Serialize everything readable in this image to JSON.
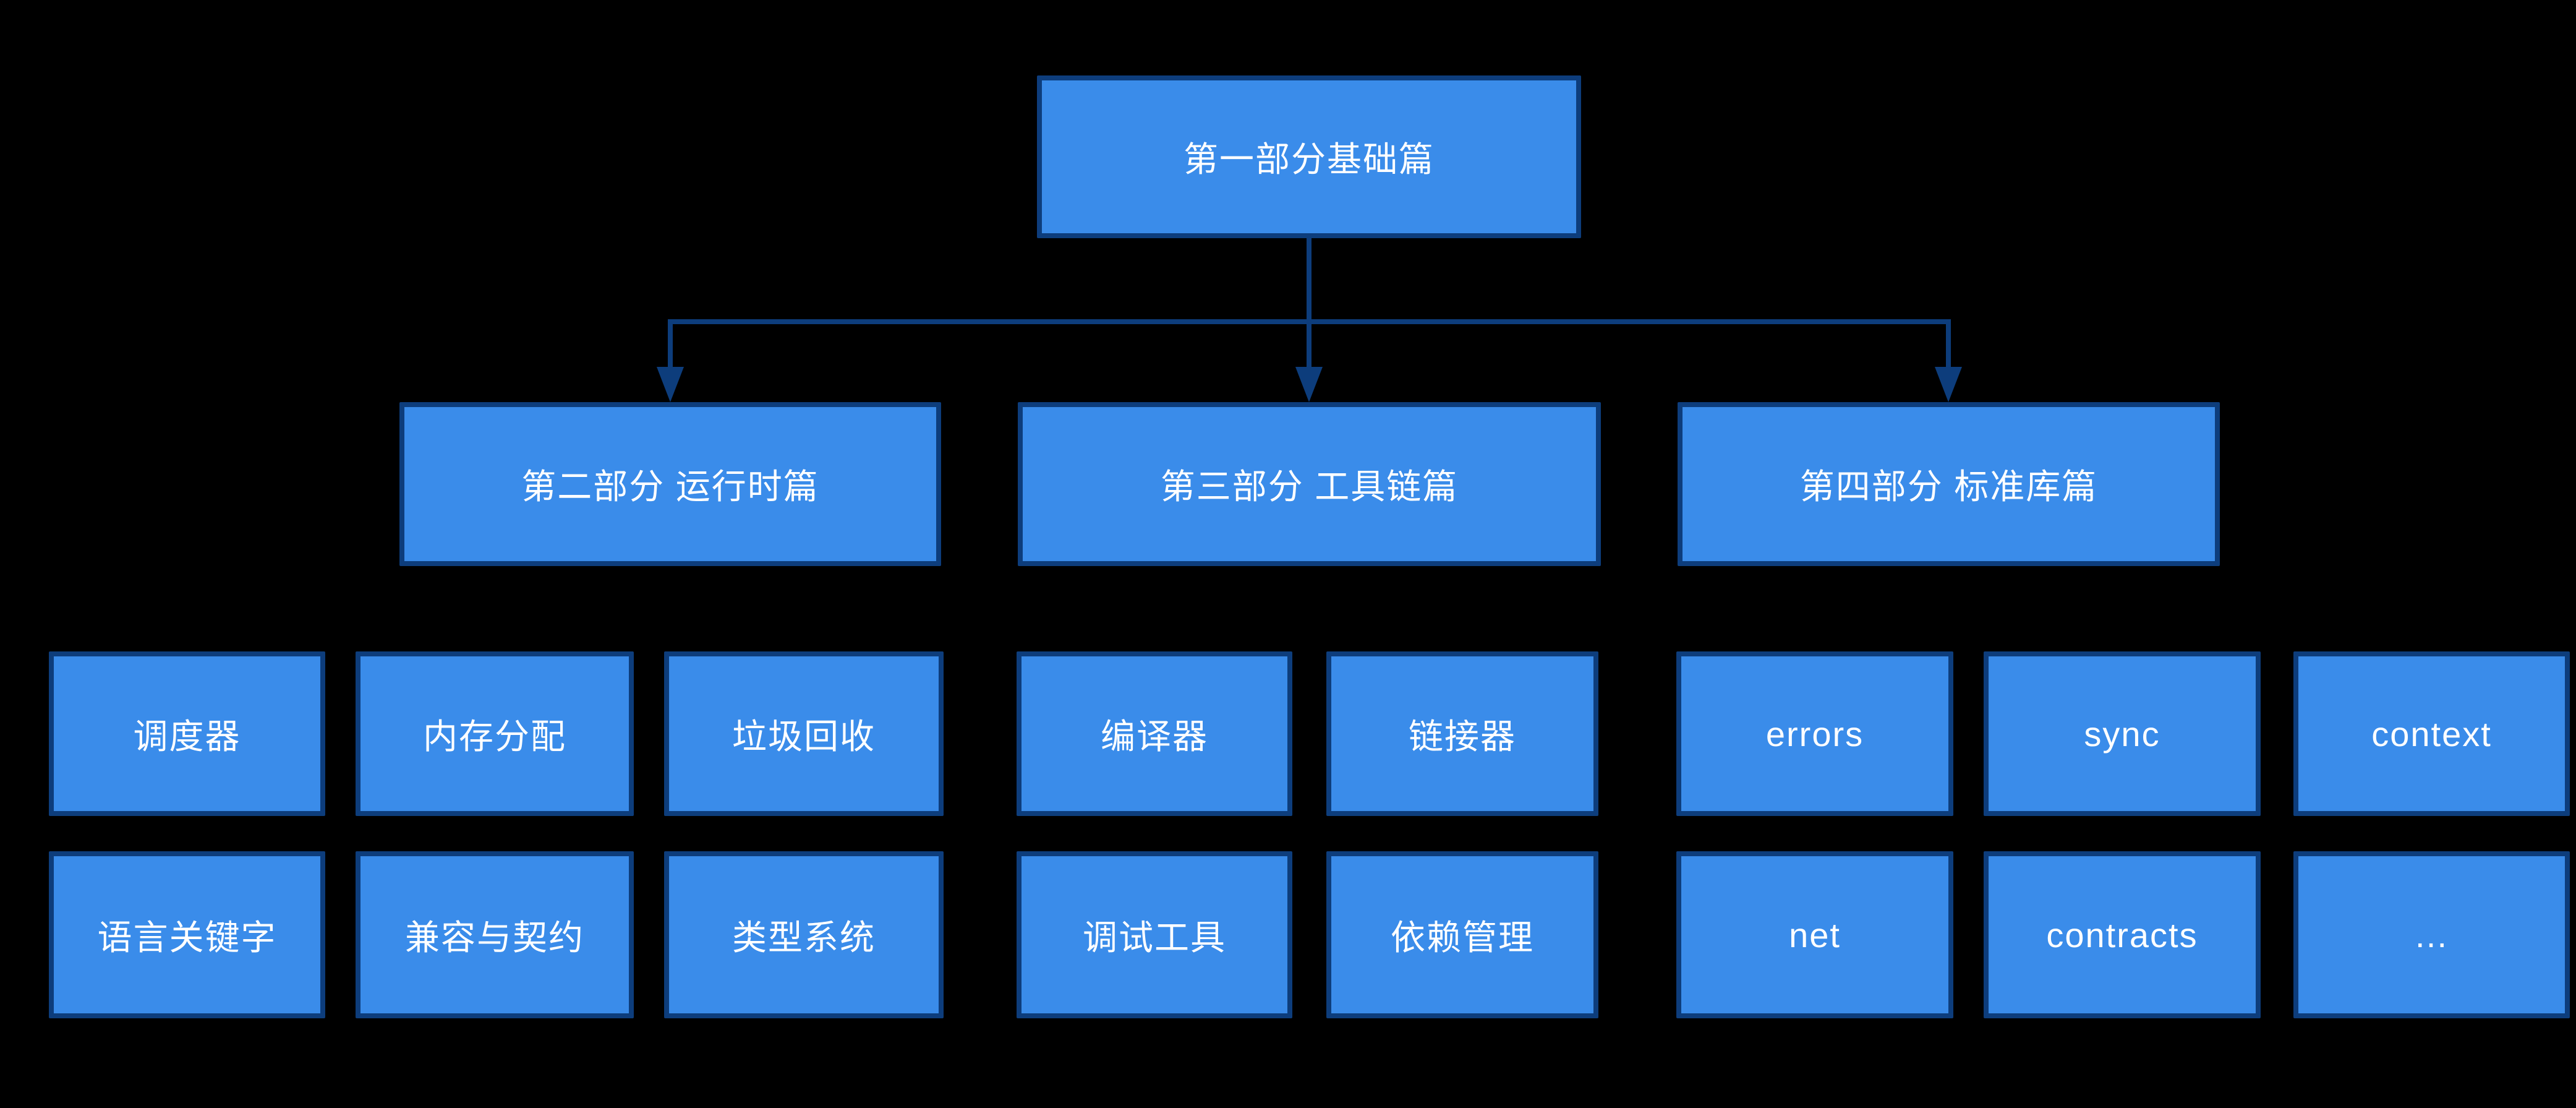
{
  "colors": {
    "background": "#000000",
    "box_fill": "#3A8CEA",
    "box_border": "#0D3D7C",
    "connector": "#0D3D7C",
    "text": "#FFFFFF"
  },
  "root": {
    "label": "第一部分基础篇"
  },
  "parts": {
    "part2": {
      "label": "第二部分 运行时篇"
    },
    "part3": {
      "label": "第三部分 工具链篇"
    },
    "part4": {
      "label": "第四部分 标准库篇"
    }
  },
  "leaves": {
    "scheduler": "调度器",
    "memory_alloc": "内存分配",
    "gc": "垃圾回收",
    "keywords": "语言关键字",
    "compat": "兼容与契约",
    "type_system": "类型系统",
    "compiler": "编译器",
    "linker": "链接器",
    "debug_tools": "调试工具",
    "dep_mgmt": "依赖管理",
    "errors": "errors",
    "sync": "sync",
    "context": "context",
    "net": "net",
    "contracts": "contracts",
    "more": "…"
  }
}
